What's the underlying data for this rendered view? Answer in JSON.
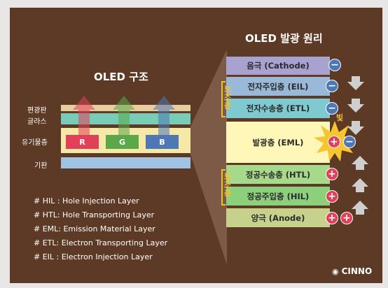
{
  "left_panel": {
    "title": "OLED 구조",
    "labels": {
      "polarizer": "편광판",
      "glass": "글라스",
      "organic": "유기물층",
      "substrate": "기판"
    },
    "subpixels": [
      "R",
      "G",
      "B"
    ]
  },
  "right_panel": {
    "title": "OLED 발광 원리",
    "layers": [
      {
        "label": "음극 (Cathode)",
        "color": "#a7a2cf"
      },
      {
        "label": "전자주입층 (EIL)",
        "color": "#9ab8d8"
      },
      {
        "label": "전자수송층 (ETL)",
        "color": "#7ecad0"
      },
      {
        "label": "발광층 (EML)",
        "color": "#fff7b8"
      },
      {
        "label": "정공수송층 (HTL)",
        "color": "#a6d98a"
      },
      {
        "label": "정공주입층 (HIL)",
        "color": "#8cd07c"
      },
      {
        "label": "양극 (Anode)",
        "color": "#c6d28c"
      }
    ],
    "aux_label": "보조층",
    "light_label": "빛",
    "minus_sign": "−",
    "plus_sign": "+"
  },
  "glossary": [
    "# HIL : Hole Injection Layer",
    "# HTL: Hole Transporting Layer",
    "# EML: Emission Material Layer",
    "# ETL: Electron Transporting Layer",
    "# EIL : Electron Injection Layer"
  ],
  "watermark": "CINNO",
  "colors": {
    "background": "#5d3a26",
    "red": "#e0405a",
    "green": "#5aa84a",
    "blue": "#4d78b5"
  }
}
